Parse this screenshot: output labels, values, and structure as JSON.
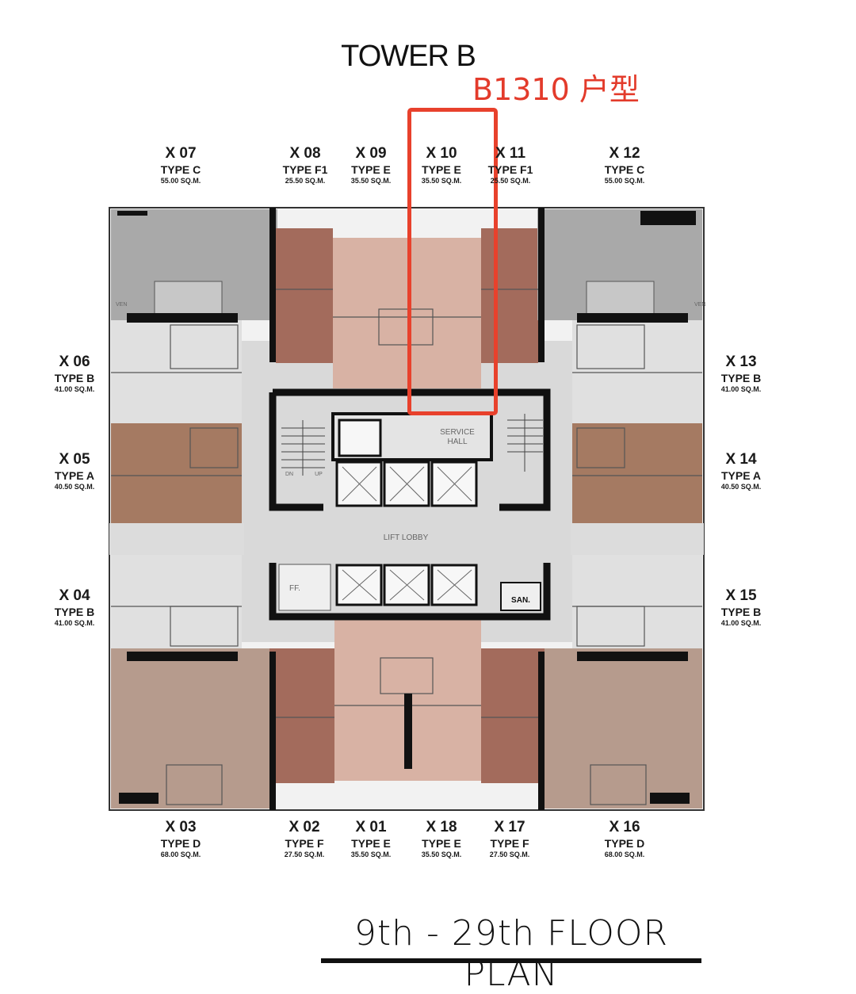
{
  "title": "TOWER B",
  "annotation": "B1310 户型",
  "floor_title": "9th - 29th FLOOR PLAN",
  "rooms": {
    "service_hall": "SERVICE\nHALL",
    "lift_lobby": "LIFT LOBBY",
    "san": "SAN.",
    "ff": "FF.",
    "dn": "DN",
    "up": "UP",
    "ven": "VEN"
  },
  "colors": {
    "type_c": "#a9a9a9",
    "type_b": "#e0e0e0",
    "type_a": "#a57a62",
    "type_d": "#b69b8d",
    "type_f": "#a36b5c",
    "type_e": "#d8b2a4",
    "corridor": "#d9d9d9",
    "highlight": "#e8412c"
  },
  "units": {
    "x07": {
      "code": "X 07",
      "type": "TYPE C",
      "area": "55.00 SQ.M."
    },
    "x08": {
      "code": "X 08",
      "type": "TYPE F1",
      "area": "25.50 SQ.M."
    },
    "x09": {
      "code": "X 09",
      "type": "TYPE E",
      "area": "35.50 SQ.M."
    },
    "x10": {
      "code": "X 10",
      "type": "TYPE E",
      "area": "35.50 SQ.M."
    },
    "x11": {
      "code": "X 11",
      "type": "TYPE F1",
      "area": "25.50 SQ.M."
    },
    "x12": {
      "code": "X 12",
      "type": "TYPE C",
      "area": "55.00 SQ.M."
    },
    "x06": {
      "code": "X 06",
      "type": "TYPE B",
      "area": "41.00 SQ.M."
    },
    "x13": {
      "code": "X 13",
      "type": "TYPE B",
      "area": "41.00 SQ.M."
    },
    "x05": {
      "code": "X 05",
      "type": "TYPE A",
      "area": "40.50 SQ.M."
    },
    "x14": {
      "code": "X 14",
      "type": "TYPE A",
      "area": "40.50 SQ.M."
    },
    "x04": {
      "code": "X 04",
      "type": "TYPE B",
      "area": "41.00 SQ.M."
    },
    "x15": {
      "code": "X 15",
      "type": "TYPE B",
      "area": "41.00 SQ.M."
    },
    "x03": {
      "code": "X 03",
      "type": "TYPE D",
      "area": "68.00 SQ.M."
    },
    "x02": {
      "code": "X 02",
      "type": "TYPE F",
      "area": "27.50 SQ.M."
    },
    "x01": {
      "code": "X 01",
      "type": "TYPE E",
      "area": "35.50 SQ.M."
    },
    "x18": {
      "code": "X 18",
      "type": "TYPE E",
      "area": "35.50 SQ.M."
    },
    "x17": {
      "code": "X 17",
      "type": "TYPE F",
      "area": "27.50 SQ.M."
    },
    "x16": {
      "code": "X 16",
      "type": "TYPE D",
      "area": "68.00 SQ.M."
    }
  }
}
